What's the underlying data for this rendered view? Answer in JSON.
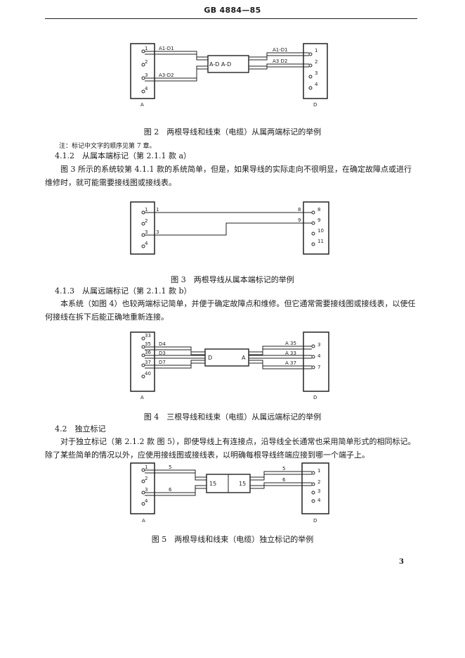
{
  "header": {
    "standard_code": "GB 4884—85"
  },
  "fig2": {
    "caption": "图 2　两根导线和线束（电缆）从属两端标记的举例",
    "left_terminals": [
      "1",
      "2",
      "3",
      "4"
    ],
    "right_terminals": [
      "1",
      "2",
      "3",
      "4"
    ],
    "wire_labels": [
      "A1-D1",
      "A3-D2",
      "A1-D1",
      "A3 D2"
    ],
    "connector_label": "A-D A-D",
    "left_device": "A",
    "right_device": "D"
  },
  "note": "注：标记中文字的顺序见第 7 章。",
  "s412": {
    "title": "4.1.2　从属本端标记（第 2.1.1 款 a）",
    "para": "图 3 所示的系统较第 4.1.1 款的系统简单，但是，如果导线的实际走向不很明显，在确定故障点或进行维修时，就可能需要接线图或接线表。"
  },
  "fig3": {
    "caption": "图 3　两根导线从属本端标记的举例",
    "left_terminals": [
      "1",
      "2",
      "3",
      "4"
    ],
    "right_terminals": [
      "8",
      "9",
      "10",
      "11"
    ],
    "wire_labels": [
      "1",
      "3",
      "8",
      "9"
    ]
  },
  "s413": {
    "title": "4.1.3　从属远端标记（第 2.1.1 款 b）",
    "para": "本系统（如图 4）也较两端标记简单，并便于确定故障点和维修。但它通常需要接线图或接线表，以使任何接线在拆下后能正确地重新连接。"
  },
  "fig4": {
    "caption": "图 4　三根导线和线束（电缆）从属远端标记的举例",
    "left_terminals": [
      "33",
      "35",
      "36",
      "37",
      "40"
    ],
    "right_terminals": [
      "3",
      "4",
      "7"
    ],
    "left_wire_labels": [
      "D4",
      "D3",
      "D7"
    ],
    "right_wire_labels": [
      "A 35",
      "A 33",
      "A 37"
    ],
    "connector_left": "D",
    "connector_right": "A",
    "left_device": "A",
    "right_device": "D"
  },
  "s42": {
    "title": "4.2　独立标记",
    "para": "对于独立标记（第 2.1.2 款 图 5），即使导线上有连接点，沿导线全长通常也采用简单形式的相同标记。除了某些简单的情况以外，应使用接线图或接线表，以明确每根导线终端应接到哪一个端子上。"
  },
  "fig5": {
    "caption": "图 5　两根导线和线束（电缆）独立标记的举例",
    "left_terminals": [
      "1",
      "2",
      "3",
      "4"
    ],
    "right_terminals": [
      "1",
      "2",
      "3",
      "4"
    ],
    "wire_labels": [
      "5",
      "6",
      "5",
      "6"
    ],
    "connector_left": "15",
    "connector_right": "15",
    "left_device": "A",
    "right_device": "D"
  },
  "page_number": "3"
}
